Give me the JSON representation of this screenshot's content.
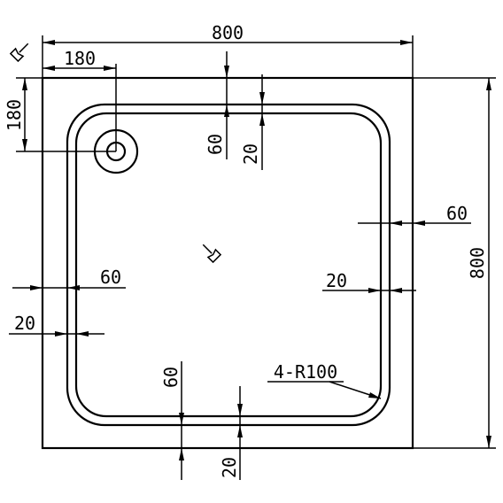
{
  "dimensions": {
    "top_width": "800",
    "top_left_offset": "180",
    "left_top_offset": "180",
    "right_height": "800",
    "top_rim": "60",
    "top_inner_rim": "20",
    "right_rim": "60",
    "right_inner_rim": "20",
    "left_rim": "60",
    "left_inner_rim": "20",
    "bottom_rim": "60",
    "bottom_inner_rim": "20",
    "corner_radius": "4-R100"
  },
  "symbols": {
    "slope_left": "slope-icon",
    "slope_center": "slope-icon"
  },
  "colors": {
    "line": "#000000",
    "background": "#ffffff"
  }
}
